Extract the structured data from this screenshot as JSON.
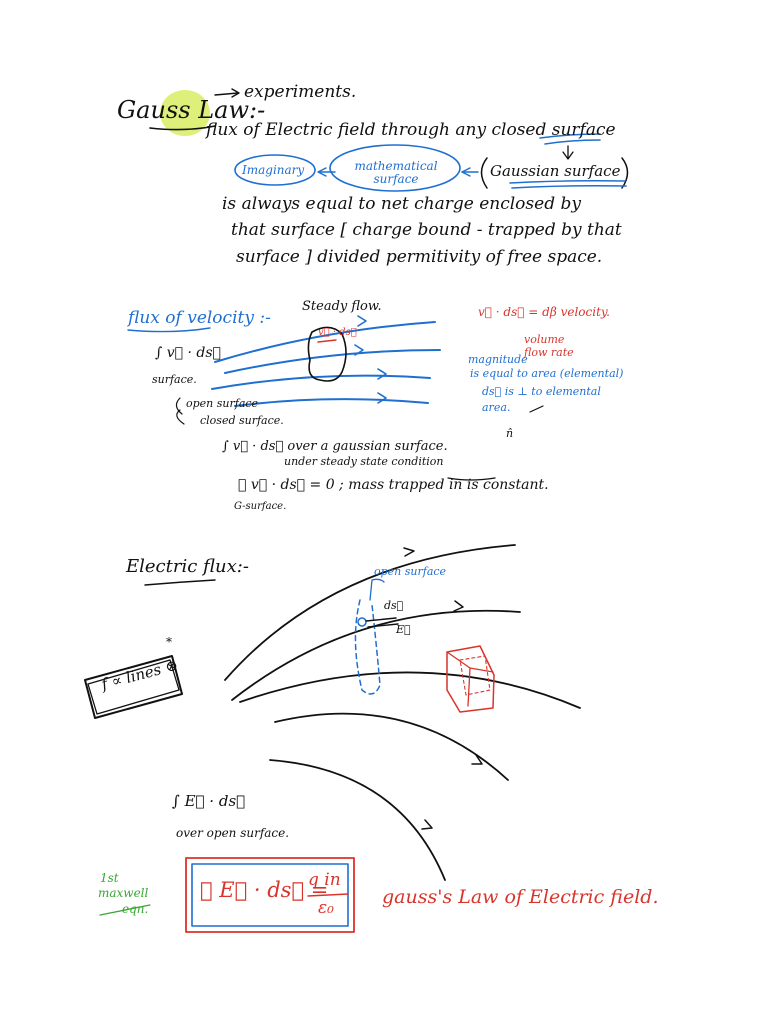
{
  "colors": {
    "ink": "#111111",
    "blue": "#1f6fd1",
    "red": "#d9342b",
    "green": "#3aa635",
    "highlight": "#dff07a"
  },
  "section1": {
    "title": "Gauss Law:-",
    "arrow_note": "experiments.",
    "line1": "flux of Electric field through any closed surface",
    "imaginary": "Imaginary",
    "mathematical": "mathematical surface",
    "gaussian": "Gaussian surface",
    "line2": "is always equal to net charge enclosed by",
    "line3": "that surface [ charge bound - trapped by that",
    "line4": "surface ] divided permitivity of free space."
  },
  "section2": {
    "title": "flux of velocity :-",
    "steady": "Steady flow.",
    "int_vds": "∫ v⃗ · ds⃗",
    "surface": "surface.",
    "open": "open surface",
    "closed": "closed surface.",
    "vds_label": "v⃗ · ds⃗",
    "red_note1": "v⃗ · ds⃗ = dβ velocity.",
    "red_note2": "volume flow rate",
    "blue_note1": "magnitude",
    "blue_note2": "is equal to area (elemental)",
    "blue_note3": "ds⃗ is ⊥ to elemental",
    "blue_note4": "area.",
    "n_label": "n̂",
    "over_gauss": "∫ v⃗ · ds⃗  over a gaussian surface.",
    "steady_cond": "under steady state condition",
    "closed_int": "∮ v⃗ · ds⃗ = 0 ;  mass trapped in is constant.",
    "gsurface": "G-surface."
  },
  "section3": {
    "title": "Electric flux:-",
    "open_surface": "open surface",
    "ds": "ds⃗",
    "e": "E⃗",
    "boxed": "f ∝ lines ⊗",
    "star": "*",
    "int_eds": "∫ E⃗ · ds⃗",
    "over_open": "over open surface."
  },
  "section4": {
    "maxwell1": "1st",
    "maxwell2": "maxwell",
    "maxwell3": "eqn.",
    "eq_lhs": "∮ E⃗ · ds⃗  =",
    "eq_num": "q in",
    "eq_den": "ε₀",
    "caption": "gauss's Law of Electric field."
  }
}
